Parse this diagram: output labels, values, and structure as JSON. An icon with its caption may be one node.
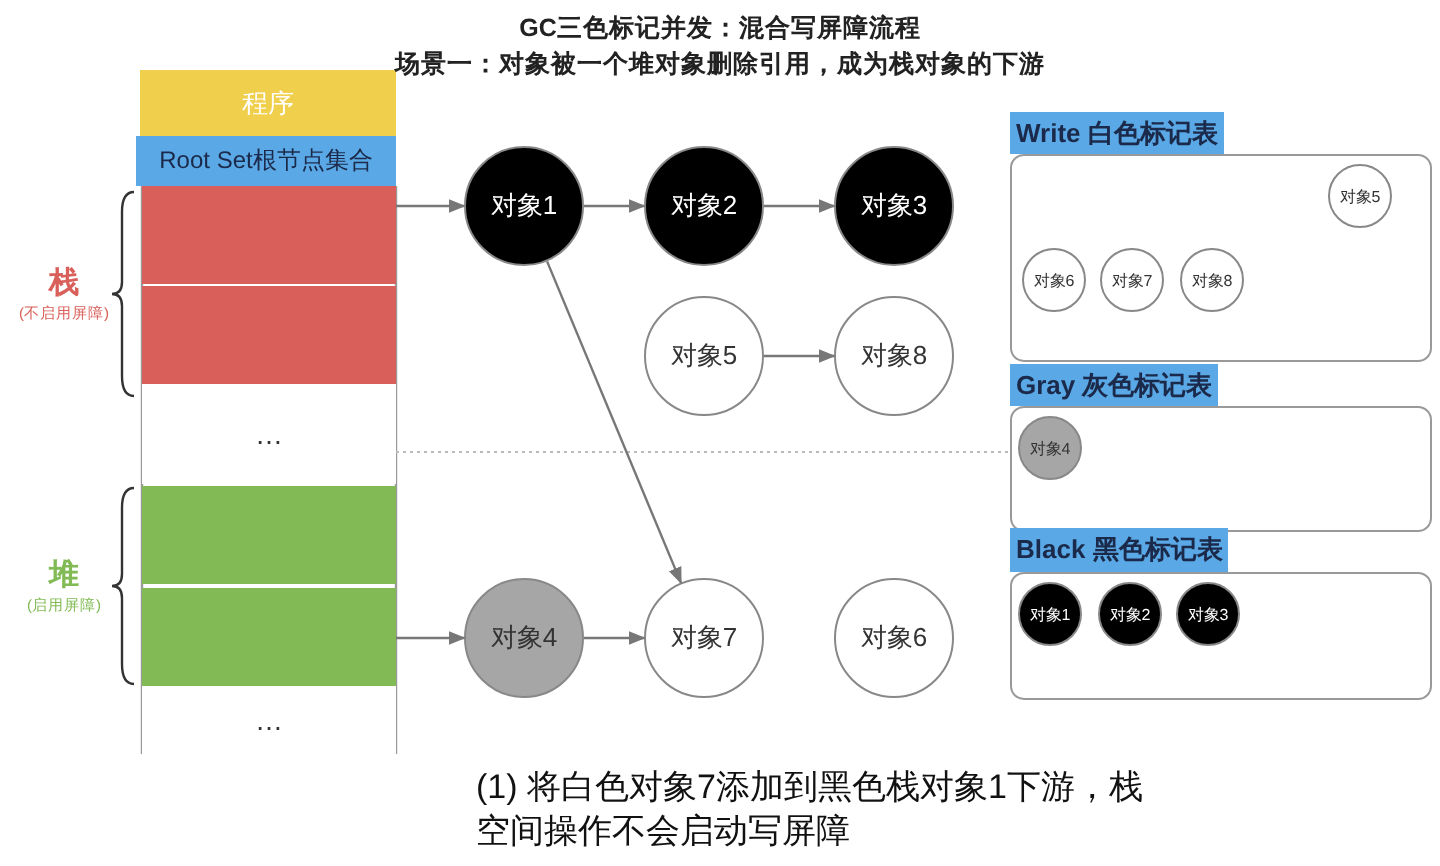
{
  "diagram": {
    "title": "GC三色标记并发：混合写屏障流程",
    "caption": "(1) 将白色对象7添加到黑色栈对象1下游，栈空间操作不会启动写屏障",
    "nodes": [
      {
        "text": [
          "程序"
        ]
      },
      {
        "text": [
          "Root Set根节点集合"
        ]
      },
      {
        "text": [],
        "shape": "box"
      },
      {
        "text": [],
        "shape": "box"
      },
      {
        "text": [
          "…"
        ]
      },
      {
        "text": [],
        "shape": "box"
      },
      {
        "text": [],
        "shape": "box"
      },
      {
        "text": [
          "…"
        ]
      },
      {
        "text": [
          "对象1"
        ]
      },
      {
        "text": [
          "对象2"
        ]
      },
      {
        "text": [
          "对象3"
        ]
      },
      {
        "text": [
          "对象5"
        ]
      },
      {
        "text": [
          "对象8"
        ]
      },
      {
        "text": [
          "对象4"
        ]
      },
      {
        "text": [
          "对象7"
        ]
      },
      {
        "text": [
          "对象6"
        ]
      },
      {
        "text": [
          "Write 白色标记表"
        ]
      },
      {
        "text": [
          "对象5"
        ],
        "in": 16
      },
      {
        "text": [
          "对象6"
        ],
        "in": 16
      },
      {
        "text": [
          "对象7"
        ],
        "in": 16
      },
      {
        "text": [
          "对象8"
        ],
        "in": 16
      },
      {
        "text": [
          "Gray 灰色标记表"
        ]
      },
      {
        "text": [
          "对象4"
        ],
        "in": 21
      },
      {
        "text": [
          "Black 黑色标记表"
        ]
      },
      {
        "text": [
          "对象1"
        ],
        "in": 23
      },
      {
        "text": [
          "对象2"
        ],
        "in": 23
      },
      {
        "text": [
          "对象3"
        ],
        "in": 23
      }
    ],
    "edges": [
      {
        "from": 2,
        "to": 8,
        "arrow": "to"
      },
      {
        "from": 8,
        "to": 9,
        "arrow": "to"
      },
      {
        "from": 9,
        "to": 10,
        "arrow": "to"
      },
      {
        "from": 11,
        "to": 12,
        "arrow": "to"
      },
      {
        "from": 8,
        "to": 14,
        "arrow": "to"
      },
      {
        "from": 6,
        "to": 13,
        "arrow": "to"
      },
      {
        "from": 13,
        "to": 14,
        "arrow": "to"
      }
    ],
    "labels": [
      "场景一：对象被一个堆对象删除引用，成为栈对象的下游",
      "栈",
      "(不启用屏障)",
      "堆",
      "(启用屏障)"
    ]
  }
}
